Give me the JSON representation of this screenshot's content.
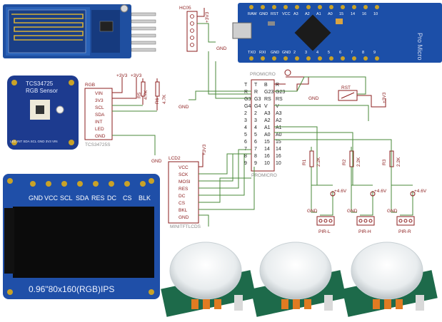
{
  "modules": {
    "bt_label": "HC05",
    "promicro_board_text": "Pro Micro",
    "promicro_pins_top": [
      "RAW",
      "GND",
      "RST",
      "VCC",
      "A3",
      "A2",
      "A1",
      "A0",
      "15",
      "14",
      "16",
      "10"
    ],
    "promicro_pins_bottom": [
      "TXO",
      "RXI",
      "GND",
      "GND",
      "2",
      "3",
      "4",
      "5",
      "6",
      "7",
      "8",
      "9"
    ],
    "rgb_sensor_title": "TCS34725",
    "rgb_sensor_sub": "RGB Sensor",
    "rgb_sensor_pins": "LED INT SDA SCL GND 3V3 VIN",
    "lcd_header_pins": [
      "GND",
      "VCC",
      "SCL",
      "SDA",
      "RES",
      "DC",
      "CS",
      "BLK"
    ],
    "lcd_caption": "0.96\"80x160(RGB)IPS"
  },
  "schematic": {
    "hc05": {
      "name": "HC05",
      "supply": "+3V3",
      "gnd": "GND"
    },
    "rgb": {
      "name": "RGB",
      "part": "TCS34725S",
      "pins": [
        "VIN",
        "3V3",
        "SCL",
        "SDA",
        "INT",
        "LED",
        "GND"
      ],
      "supply1": "+3V3",
      "supply2": "+3V3",
      "r5": "R5",
      "r5_val": "4.7K",
      "r6": "R6",
      "r6_val": "4.7K",
      "gnd": "GND"
    },
    "promicro": {
      "name": "PROMICRO",
      "label_bottom": "PROMICRO",
      "left_pins": [
        "T",
        "R",
        "G3",
        "G4",
        "2",
        "3",
        "4",
        "5",
        "6",
        "7",
        "8",
        "9"
      ],
      "left_inner": [
        "T",
        "R",
        "G3",
        "G4",
        "2",
        "3",
        "4",
        "5",
        "6",
        "7",
        "8",
        "9"
      ],
      "right_inner": [
        "B",
        "G23",
        "RS",
        "V",
        "A3",
        "A2",
        "A1",
        "A0",
        "15",
        "14",
        "16",
        "10"
      ],
      "right_pins": [
        "R",
        "G23",
        "RS",
        "V",
        "A3",
        "A2",
        "A1",
        "A0",
        "15",
        "14",
        "16",
        "10"
      ],
      "rst": "RST",
      "rst_gnd": "GND",
      "supply": "+3V3"
    },
    "lcd": {
      "name": "LCD2",
      "part": "MINITFTLCDS",
      "pins": [
        "VCC",
        "SCK",
        "MOSI",
        "RES",
        "DC",
        "CS",
        "BKL",
        "GND"
      ],
      "supply": "+3V3"
    },
    "pir": [
      {
        "res": "R1",
        "val": "2.2K",
        "supply": "+4.6V",
        "gnd": "GND",
        "name": "PIR-L"
      },
      {
        "res": "R2",
        "val": "2.2K",
        "supply": "+4.6V",
        "gnd": "GND",
        "name": "PIR-H"
      },
      {
        "res": "R3",
        "val": "2.2K",
        "supply": "+4.6V",
        "gnd": "GND",
        "name": "PIR-R"
      }
    ],
    "gnd_labels": [
      "GND",
      "GND",
      "GND"
    ]
  }
}
